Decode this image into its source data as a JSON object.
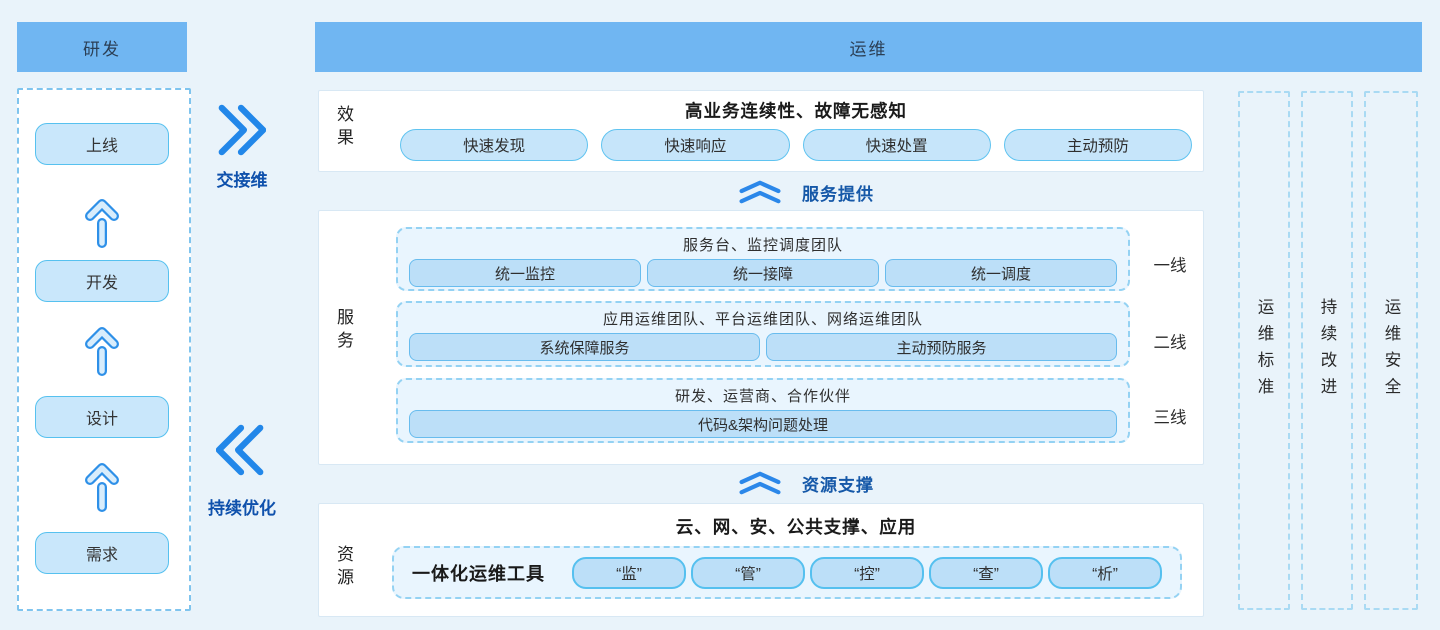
{
  "dev": {
    "header": "研发",
    "stages": [
      "上线",
      "开发",
      "设计",
      "需求"
    ]
  },
  "flows": {
    "handover": "交接维",
    "optimize": "持续优化",
    "service_provide": "服务提供",
    "resource_support": "资源支撑"
  },
  "ops": {
    "header": "运维",
    "effect": {
      "label": "效果",
      "title": "高业务连续性、故障无感知",
      "items": [
        "快速发现",
        "快速响应",
        "快速处置",
        "主动预防"
      ]
    },
    "service": {
      "label": "服务",
      "tiers": [
        {
          "team": "服务台、监控调度团队",
          "line": "一线",
          "items": [
            "统一监控",
            "统一接障",
            "统一调度"
          ]
        },
        {
          "team": "应用运维团队、平台运维团队、网络运维团队",
          "line": "二线",
          "items": [
            "系统保障服务",
            "主动预防服务"
          ]
        },
        {
          "team": "研发、运营商、合作伙伴",
          "line": "三线",
          "items": [
            "代码&架构问题处理"
          ]
        }
      ]
    },
    "resource": {
      "label": "资源",
      "title": "云、网、安、公共支撑、应用",
      "tool_label": "一体化运维工具",
      "tools": [
        "“监”",
        "“管”",
        "“控”",
        "“查”",
        "“析”"
      ]
    }
  },
  "pillars": [
    "运维标准",
    "持续改进",
    "运维安全"
  ],
  "colors": {
    "background": "#E9F3FA",
    "header_fill": "#70B6F2",
    "accent_blue": "#2287E9",
    "box_fill": "#C9E7FB",
    "box_border": "#56C1EF",
    "tier_fill": "#E9F5FE",
    "dash_border": "#94D2F3",
    "flow_text": "#0F51AC"
  }
}
